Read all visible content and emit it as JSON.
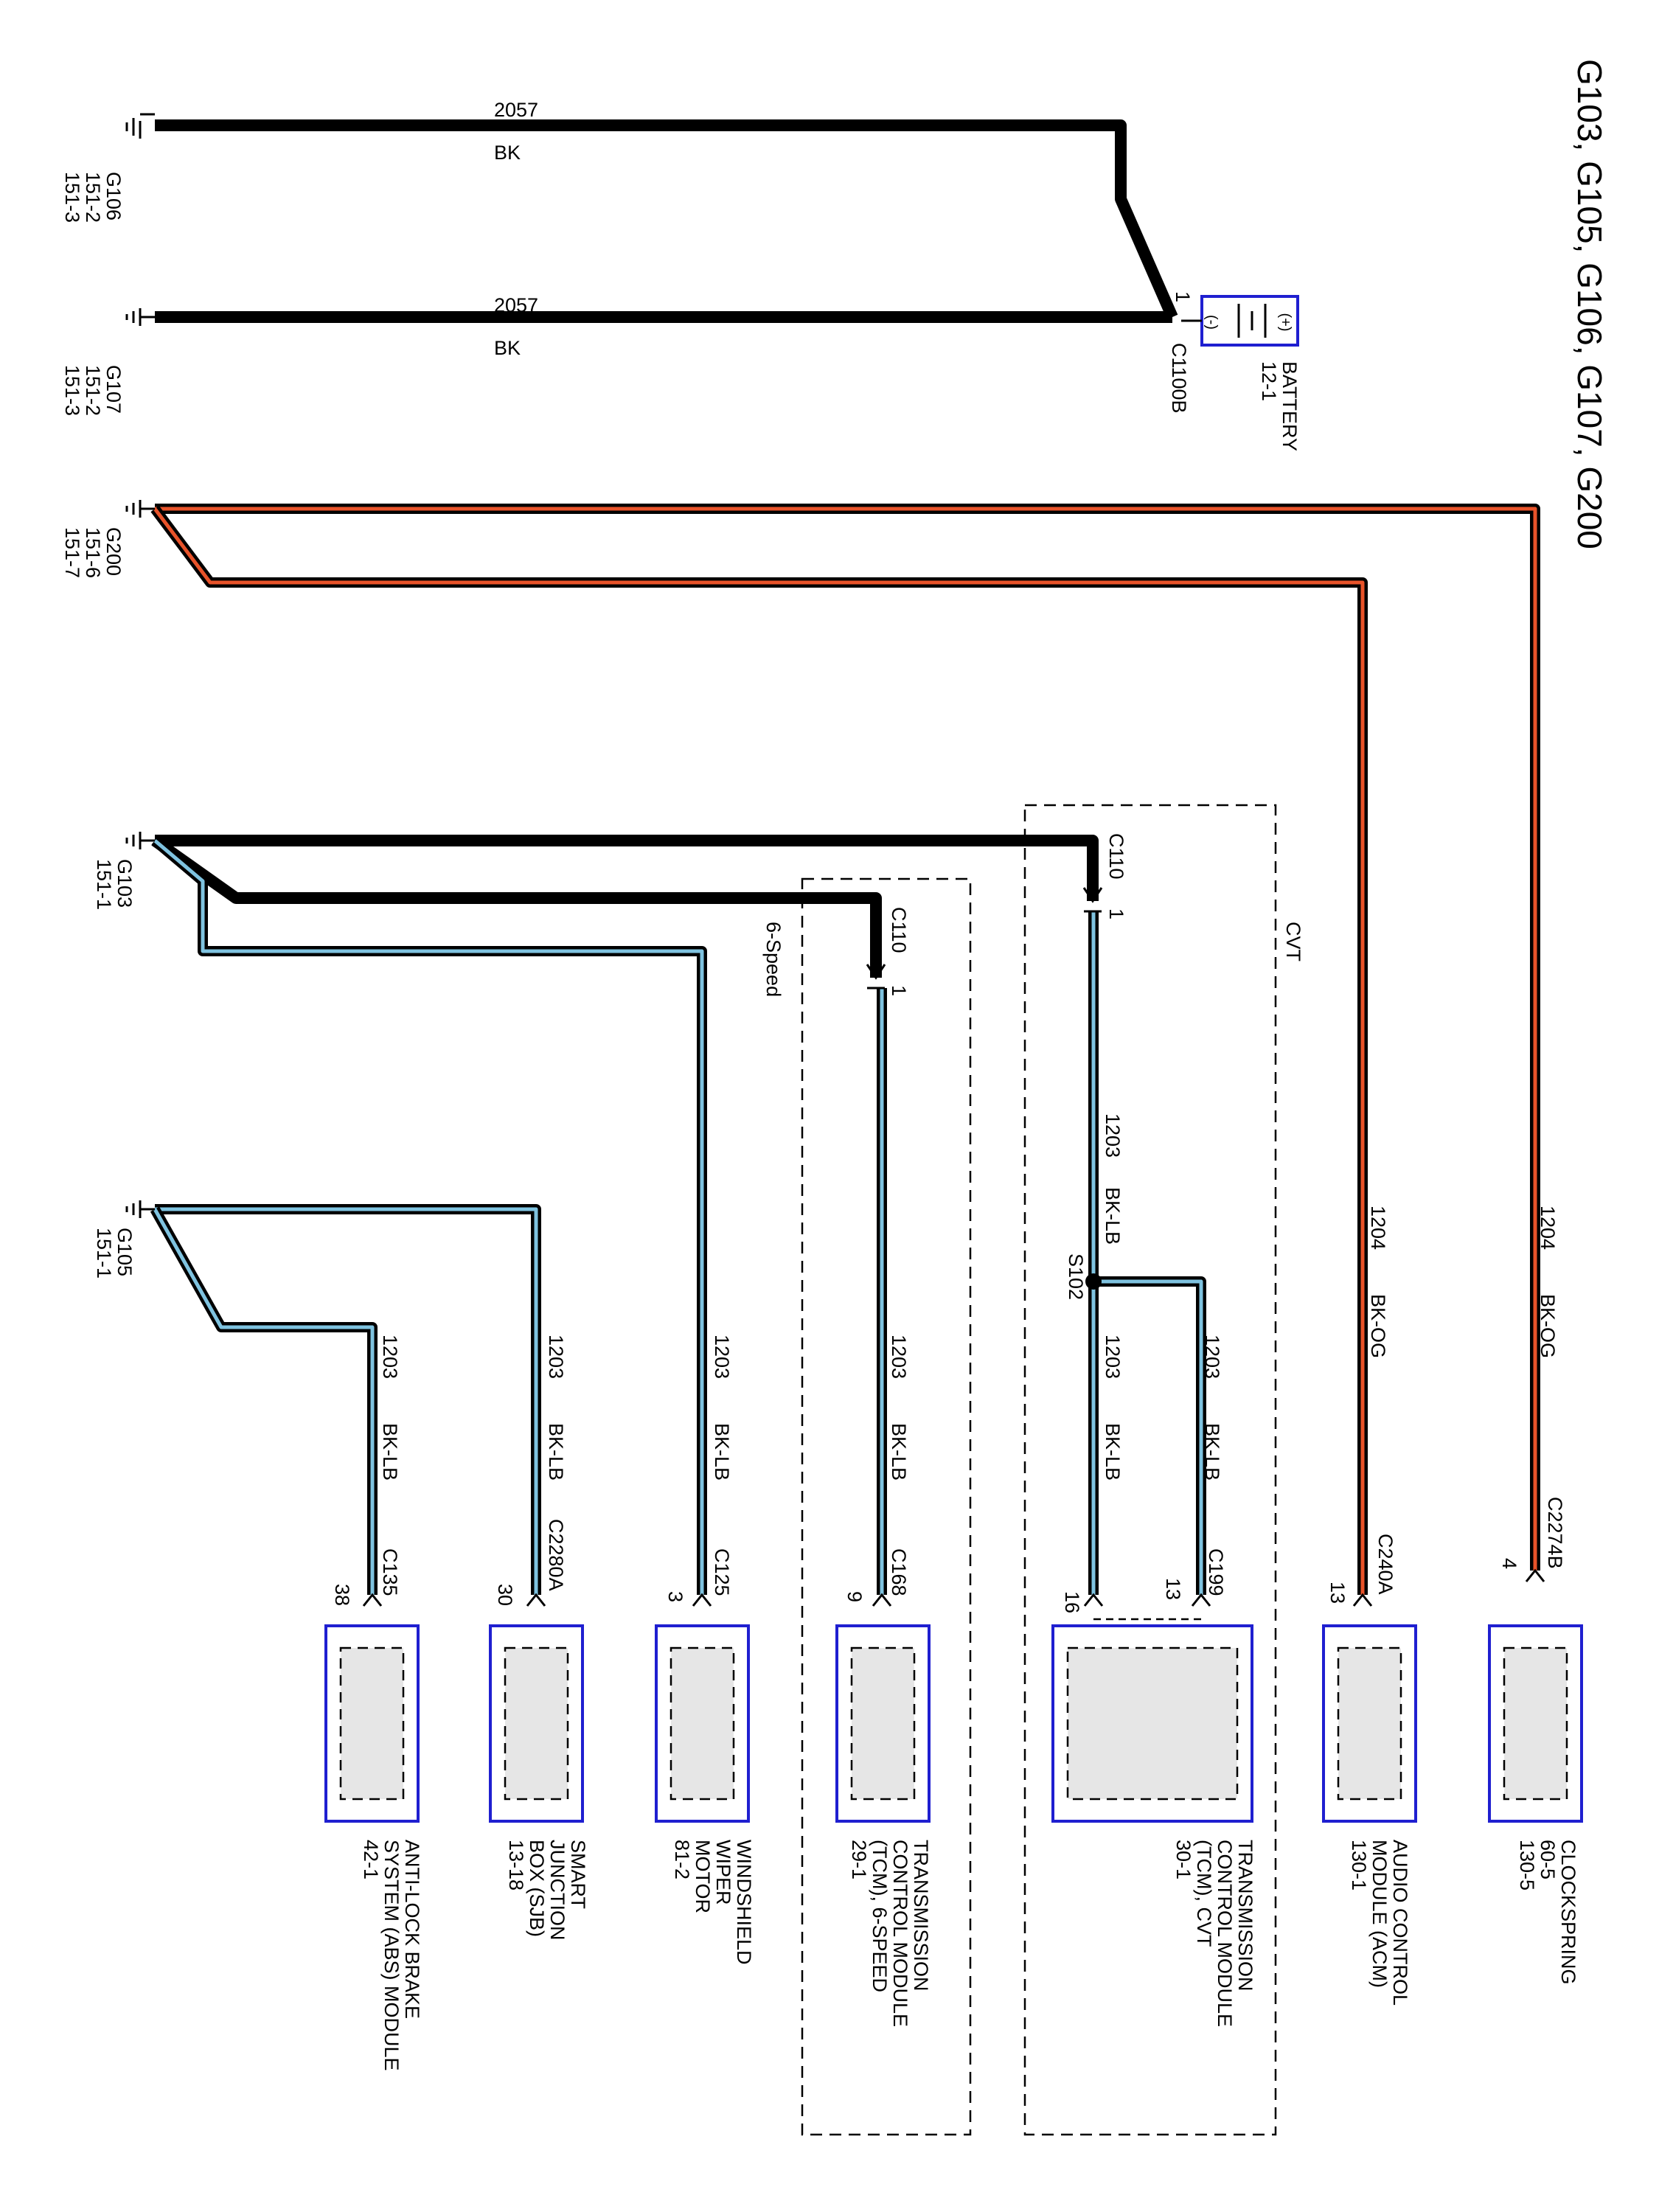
{
  "title": "G103, G105, G106, G107, G200",
  "colors": {
    "BK": "#000000",
    "LB": "#7fc3e0",
    "OG": "#e8532a",
    "component_border": "#1f1fd0",
    "component_fill": "#e6e6e6"
  },
  "grounds": {
    "g106": {
      "name": "G106",
      "ref1": "151-2",
      "ref2": "151-3"
    },
    "g107": {
      "name": "G107",
      "ref1": "151-2",
      "ref2": "151-3"
    },
    "g200": {
      "name": "G200",
      "ref1": "151-6",
      "ref2": "151-7"
    },
    "g103": {
      "name": "G103",
      "ref1": "151-1"
    },
    "g105": {
      "name": "G105",
      "ref1": "151-1"
    }
  },
  "wires": {
    "w_g106": {
      "circuit": "2057",
      "color": "BK"
    },
    "w_g107": {
      "circuit": "2057",
      "color": "BK"
    },
    "w_acm": {
      "circuit": "1204",
      "color": "BK-OG"
    },
    "w_clk": {
      "circuit": "1204",
      "color": "BK-OG"
    },
    "w_cvt_a": {
      "circuit": "1203",
      "color": "BK-LB"
    },
    "w_cvt_b": {
      "circuit": "1203",
      "color": "BK-LB"
    },
    "w_cvt_c": {
      "circuit": "1203",
      "color": "BK-LB"
    },
    "w_6sp": {
      "circuit": "1203",
      "color": "BK-LB"
    },
    "w_wiper": {
      "circuit": "1203",
      "color": "BK-LB"
    },
    "w_sjb": {
      "circuit": "1203",
      "color": "BK-LB"
    },
    "w_abs": {
      "circuit": "1203",
      "color": "BK-LB"
    }
  },
  "battery": {
    "connector": "C1100B",
    "pin": "1",
    "plus": "(+)",
    "minus": "(-)",
    "name": "BATTERY",
    "ref": "12-1"
  },
  "splice": {
    "name": "S102"
  },
  "options": {
    "cvt": "CVT",
    "six_speed": "6-Speed"
  },
  "inline_connectors": {
    "c110_cvt": {
      "name": "C110",
      "pin": "1"
    },
    "c110_6sp": {
      "name": "C110",
      "pin": "1"
    }
  },
  "components": {
    "clockspring": {
      "connector": "C2274B",
      "pin": "4",
      "lines": [
        "CLOCKSPRING",
        "60-5",
        "130-5"
      ]
    },
    "acm": {
      "connector": "C240A",
      "pin": "13",
      "lines": [
        "AUDIO CONTROL",
        "MODULE (ACM)",
        "130-1"
      ]
    },
    "tcm_cvt": {
      "connector": "C199",
      "pin_a": "16",
      "pin_b": "13",
      "lines": [
        "TRANSMISSION",
        "CONTROL MODULE",
        "(TCM), CVT",
        "30-1"
      ]
    },
    "tcm_6sp": {
      "connector": "C168",
      "pin": "9",
      "lines": [
        "TRANSMISSION",
        "CONTROL MODULE",
        "(TCM), 6-SPEED",
        "29-1"
      ]
    },
    "wiper": {
      "connector": "C125",
      "pin": "3",
      "lines": [
        "WINDSHIELD",
        "WIPER",
        "MOTOR",
        "81-2"
      ]
    },
    "sjb": {
      "connector": "C2280A",
      "pin": "30",
      "lines": [
        "SMART",
        "JUNCTION",
        "BOX (SJB)",
        "13-18"
      ]
    },
    "abs": {
      "connector": "C135",
      "pin": "38",
      "lines": [
        "ANTI-LOCK BRAKE",
        "SYSTEM (ABS) MODULE",
        "42-1"
      ]
    }
  }
}
